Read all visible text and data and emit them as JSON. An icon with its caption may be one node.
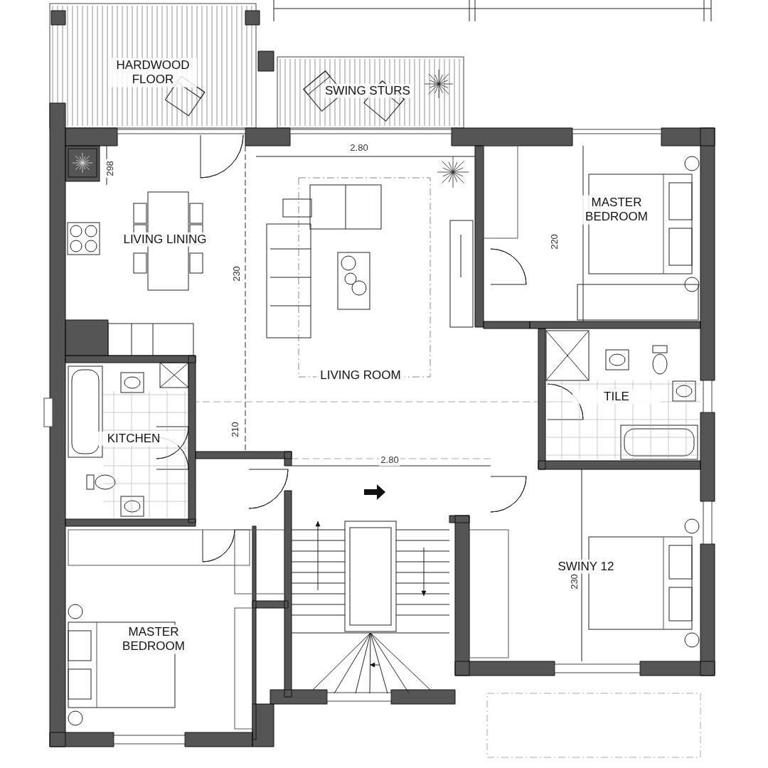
{
  "diagram": {
    "labels": [
      "HARDWOOD FLOOR",
      "SWING STURS",
      "2.80",
      "298",
      "MASTER BEDROOM",
      "LIVING LINING",
      "220",
      "230",
      "LIVING ROOM",
      "TILE",
      "KITCHEN",
      "210",
      "2.80",
      "SWINY 12",
      "230",
      "MASTER BEDROOM"
    ]
  }
}
